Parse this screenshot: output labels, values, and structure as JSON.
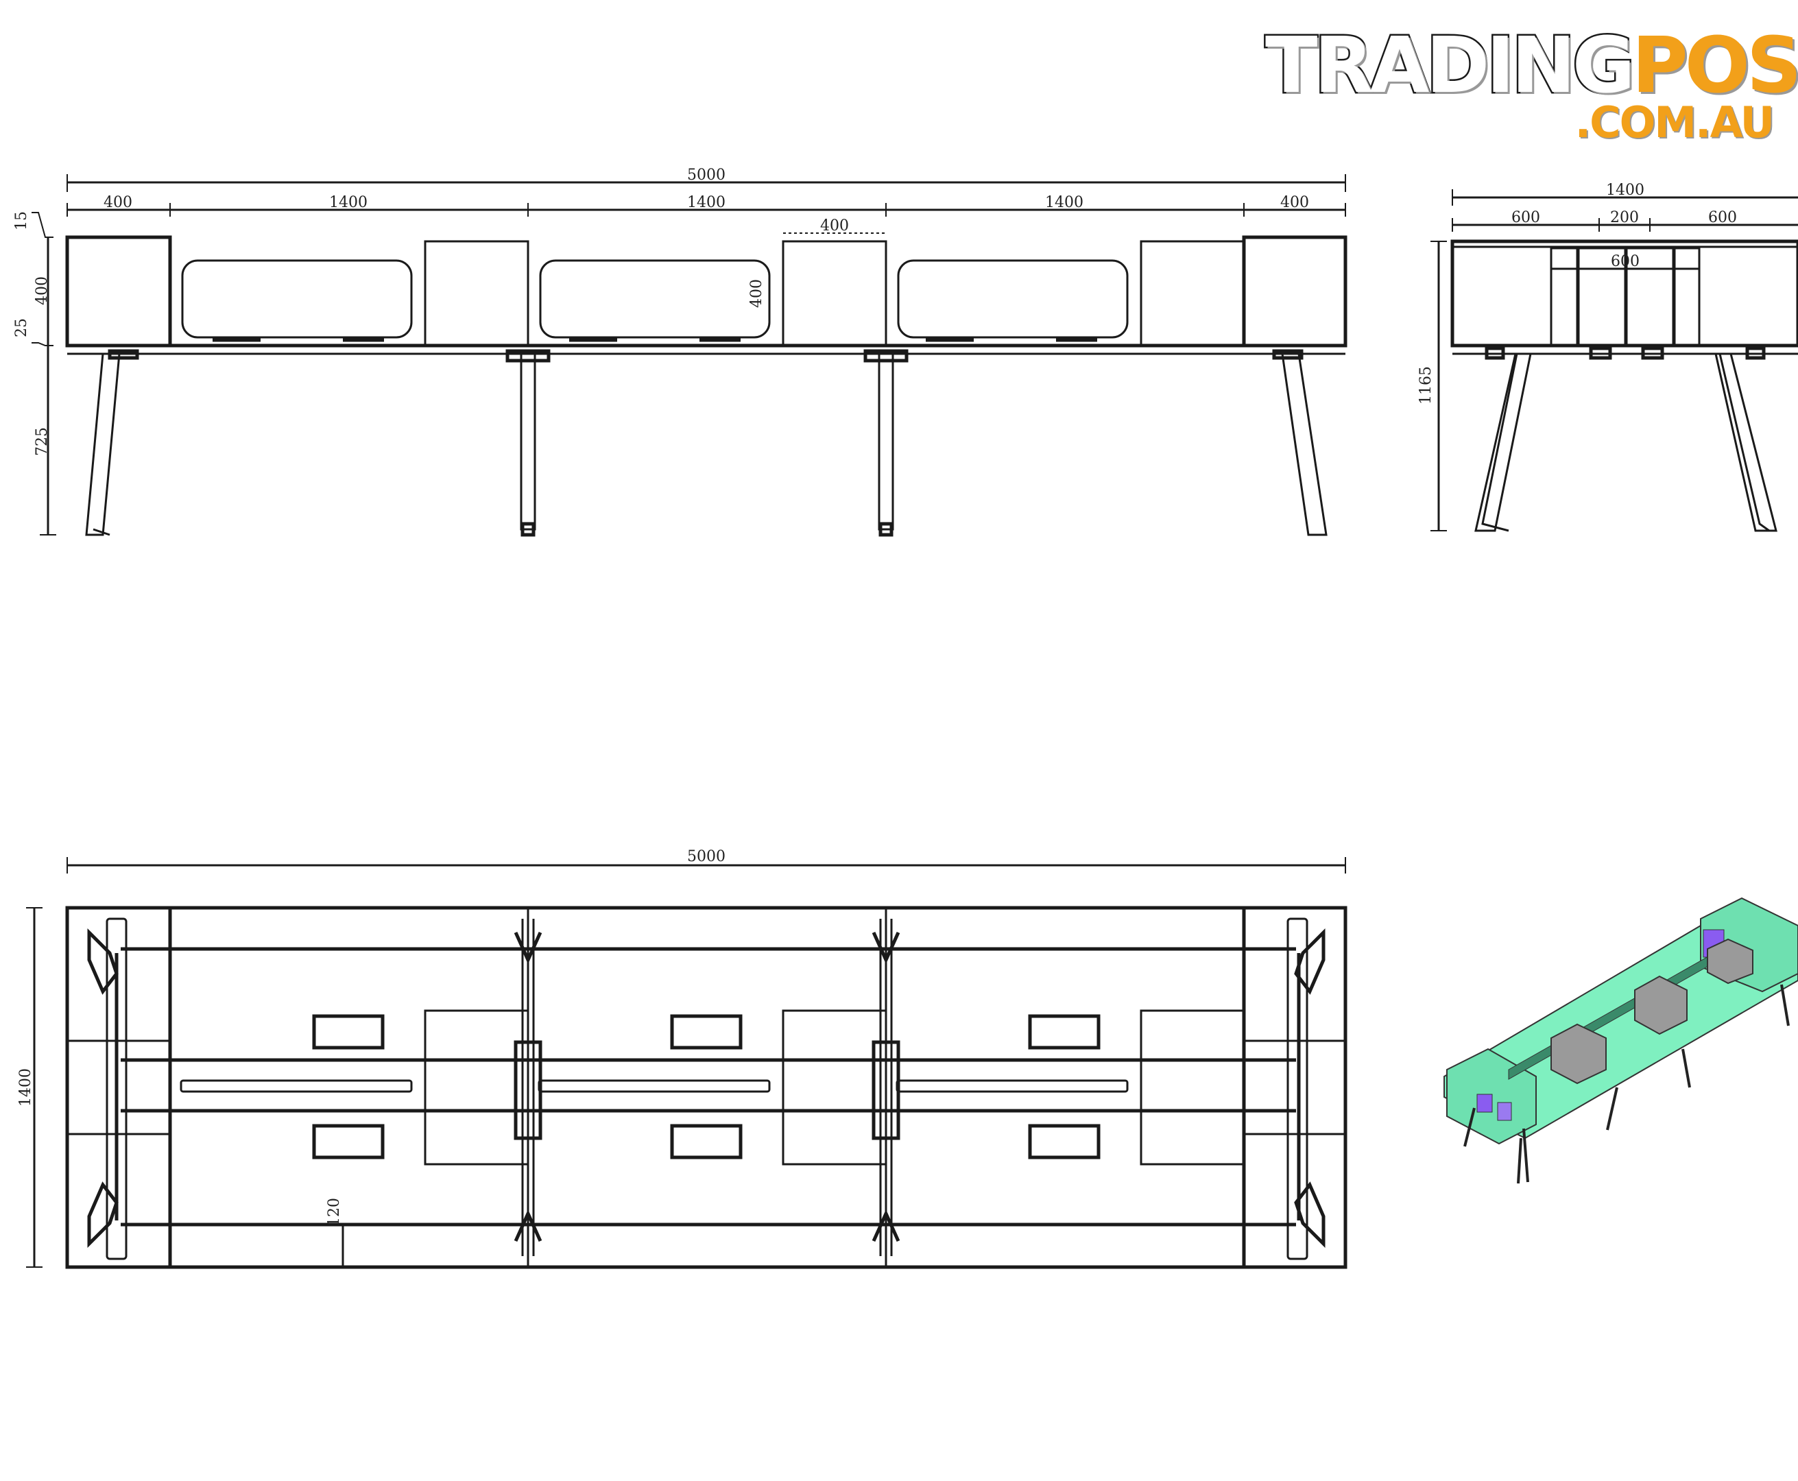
{
  "logo": {
    "brand_part1": "TRADING",
    "brand_part2": "POST",
    "domain": ".COM.AU"
  },
  "front_elevation": {
    "overall_width": "5000",
    "segments": [
      "400",
      "1400",
      "1400",
      "1400",
      "400"
    ],
    "center_module": "400",
    "center_module_height": "400",
    "heights": {
      "top": "15",
      "module": "400",
      "gap": "25",
      "leg": "725"
    }
  },
  "side_elevation": {
    "overall_depth": "1400",
    "segments": [
      "600",
      "200",
      "600"
    ],
    "inner": "600",
    "height": "1165"
  },
  "plan_view": {
    "overall_width": "5000",
    "overall_depth": "1400",
    "detail": "120"
  },
  "colors": {
    "line": "#1a1a1a",
    "logo_orange": "#f2a01a",
    "iso_top": "#7ff0c0",
    "iso_box": "#9a9a9a",
    "iso_purple": "#8a5cf0"
  }
}
